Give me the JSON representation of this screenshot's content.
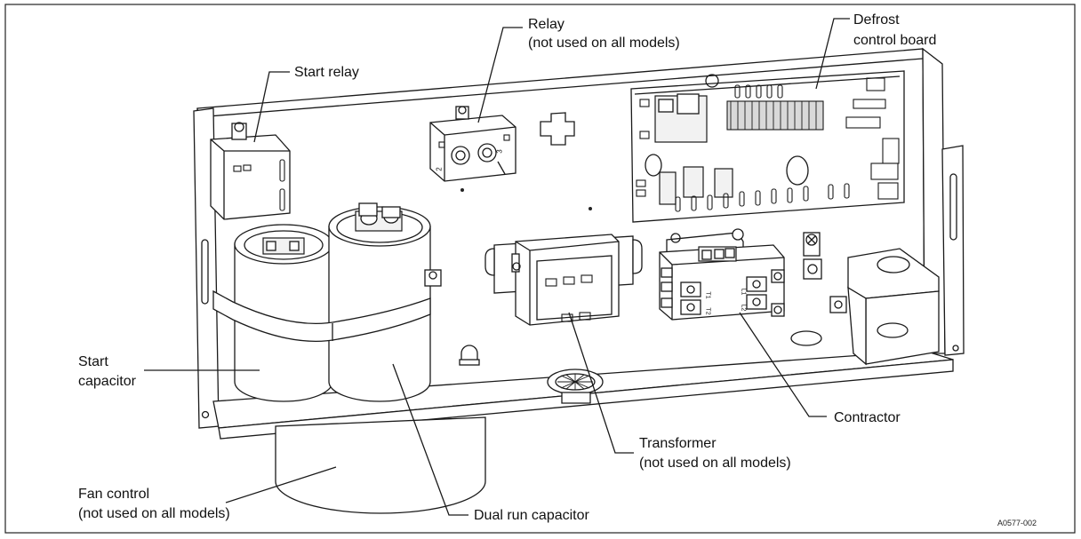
{
  "figure": {
    "id": "A0577-002"
  },
  "callouts": {
    "start_relay": {
      "line1": "Start relay"
    },
    "relay": {
      "line1": "Relay",
      "line2": "(not used on all models)"
    },
    "defrost_board": {
      "line1": "Defrost",
      "line2": "control board"
    },
    "start_capacitor": {
      "line1": "Start",
      "line2": "capacitor"
    },
    "contractor": {
      "line1": "Contractor"
    },
    "transformer": {
      "line1": "Transformer",
      "line2": "(not used on all models)"
    },
    "fan_control": {
      "line1": "Fan control",
      "line2": "(not used on all models)"
    },
    "dual_run_capacitor": {
      "line1": "Dual run capacitor"
    }
  },
  "component_markings": {
    "relay_pin_a": "2",
    "relay_pin_b": "3",
    "contactor_t1": "T1",
    "contactor_t2": "T2",
    "contactor_l1": "L1",
    "contactor_l2": "L2"
  }
}
